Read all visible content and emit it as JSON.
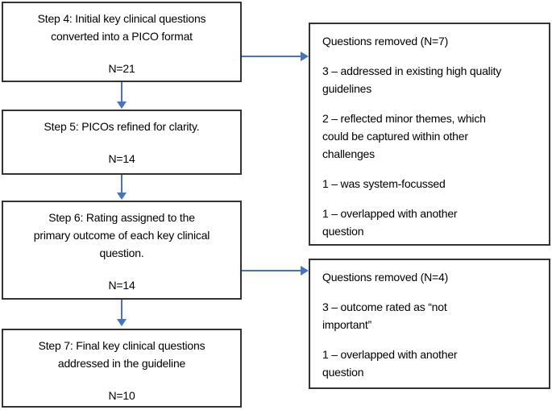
{
  "figure": {
    "steps": [
      {
        "title": "Step 4: Initial key clinical questions\nconverted into a PICO format",
        "count": "N=21"
      },
      {
        "title": "Step 5: PICOs refined for clarity.",
        "count": "N=14"
      },
      {
        "title": "Step 6: Rating assigned to the\nprimary outcome of each key clinical\nquestion.",
        "count": "N=14"
      },
      {
        "title": "Step 7: Final key clinical questions\naddressed in the guideline",
        "count": "N=10"
      }
    ],
    "removed": [
      {
        "header": "Questions removed (N=7)",
        "items": [
          "3 – addressed in existing high quality\nguidelines",
          "2 – reflected minor themes, which\ncould be captured within other\nchallenges",
          "1 – was system-focussed",
          "1 – overlapped with another\nquestion"
        ]
      },
      {
        "header": "Questions removed (N=4)",
        "items": [
          "3 – outcome rated as “not\nimportant”",
          "1 – overlapped with another\nquestion"
        ]
      }
    ],
    "colors": {
      "arrow": "#4472C4",
      "box_border": "#333333",
      "text": "#000000",
      "background": "#FFFFFF"
    }
  }
}
